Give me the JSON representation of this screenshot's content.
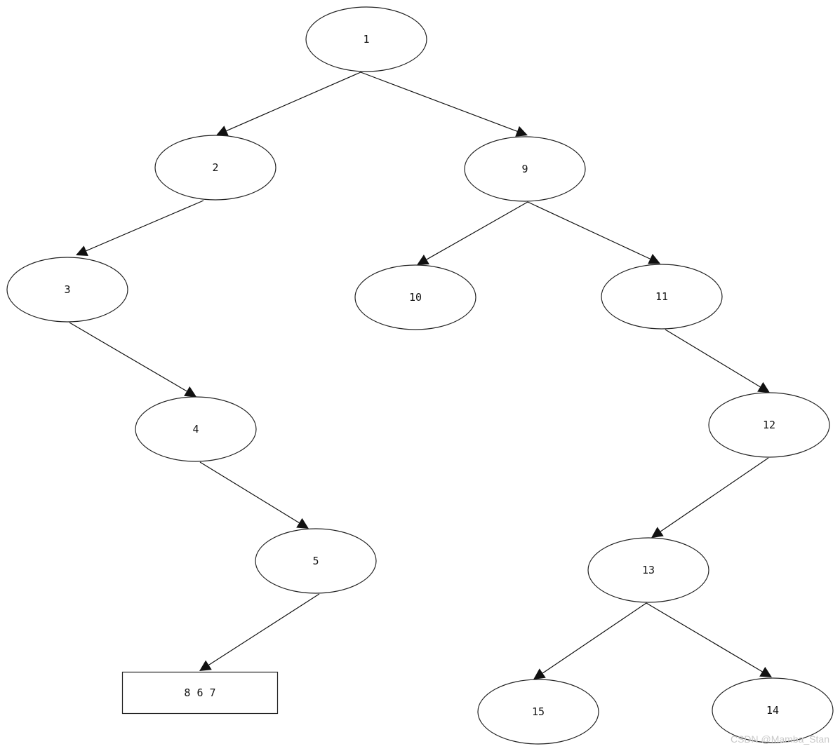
{
  "diagram": {
    "type": "tree",
    "nodes": [
      {
        "id": "n1",
        "label": "1",
        "shape": "ellipse"
      },
      {
        "id": "n2",
        "label": "2",
        "shape": "ellipse"
      },
      {
        "id": "n9",
        "label": "9",
        "shape": "ellipse"
      },
      {
        "id": "n3",
        "label": "3",
        "shape": "ellipse"
      },
      {
        "id": "n10",
        "label": "10",
        "shape": "ellipse"
      },
      {
        "id": "n11",
        "label": "11",
        "shape": "ellipse"
      },
      {
        "id": "n4",
        "label": "4",
        "shape": "ellipse"
      },
      {
        "id": "n12",
        "label": "12",
        "shape": "ellipse"
      },
      {
        "id": "n5",
        "label": "5",
        "shape": "ellipse"
      },
      {
        "id": "n13",
        "label": "13",
        "shape": "ellipse"
      },
      {
        "id": "n867",
        "label": "8 6 7",
        "shape": "rect"
      },
      {
        "id": "n15",
        "label": "15",
        "shape": "ellipse"
      },
      {
        "id": "n14",
        "label": "14",
        "shape": "ellipse"
      }
    ],
    "edges": [
      {
        "from": "n1",
        "to": "n2"
      },
      {
        "from": "n1",
        "to": "n9"
      },
      {
        "from": "n2",
        "to": "n3"
      },
      {
        "from": "n9",
        "to": "n10"
      },
      {
        "from": "n9",
        "to": "n11"
      },
      {
        "from": "n3",
        "to": "n4"
      },
      {
        "from": "n11",
        "to": "n12"
      },
      {
        "from": "n4",
        "to": "n5"
      },
      {
        "from": "n12",
        "to": "n13"
      },
      {
        "from": "n5",
        "to": "n867"
      },
      {
        "from": "n13",
        "to": "n15"
      },
      {
        "from": "n13",
        "to": "n14"
      }
    ]
  },
  "watermark": "CSDN @Mamba_Stan"
}
